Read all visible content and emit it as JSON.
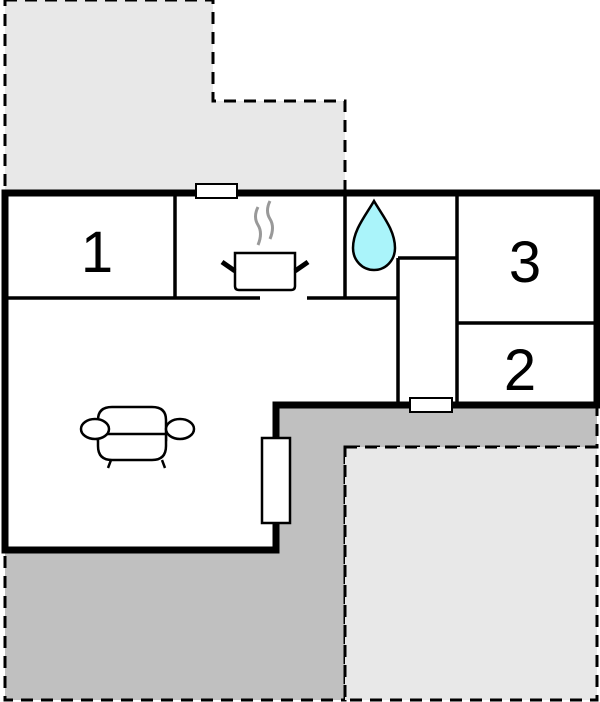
{
  "floorplan": {
    "rooms": [
      {
        "label": "1"
      },
      {
        "label": "3"
      },
      {
        "label": "2"
      }
    ],
    "icons": [
      "cooking-pot-icon",
      "water-drop-icon",
      "sofa-icon"
    ],
    "colors": {
      "wall": "#000000",
      "interior": "#ffffff",
      "terrace": "#c0c0c0",
      "outdoor": "#e8e8e8",
      "water": "#aaf4fa",
      "steam": "#999999"
    }
  }
}
